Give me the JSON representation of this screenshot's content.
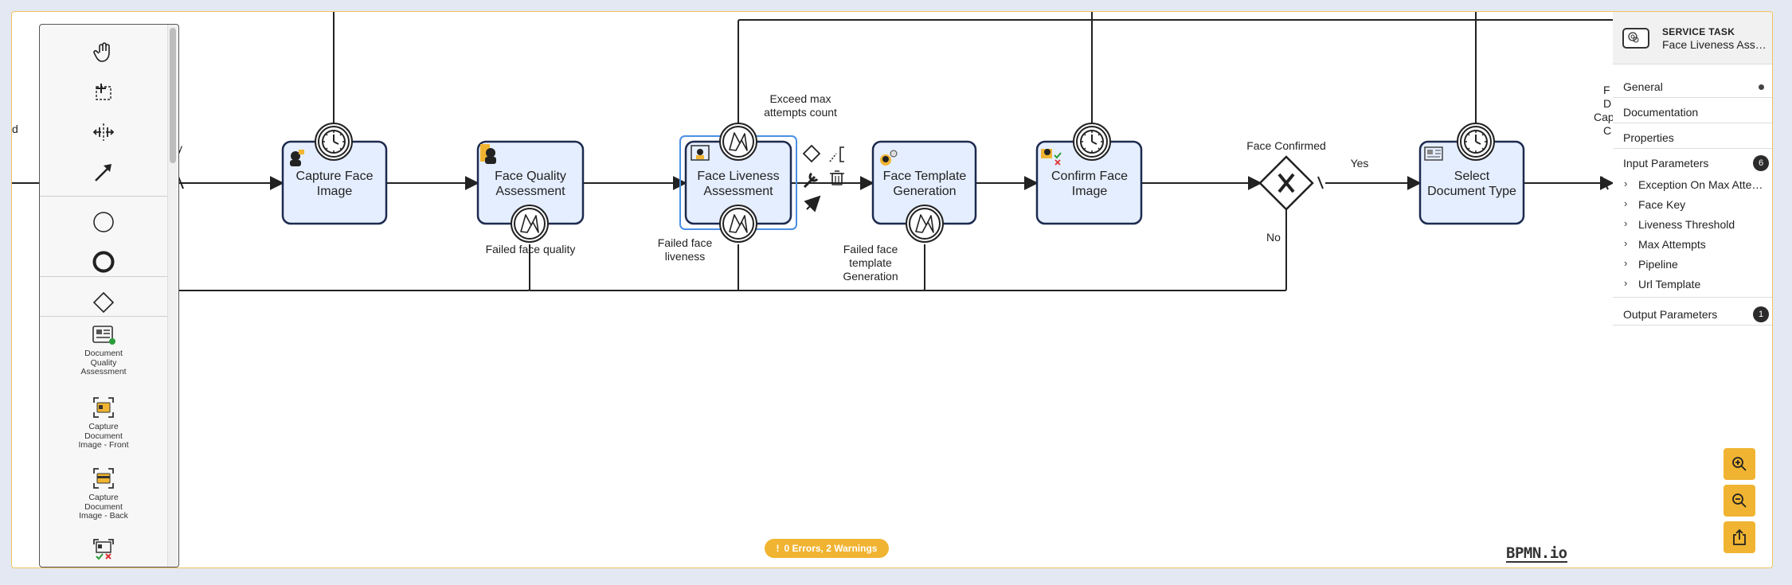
{
  "diagram": {
    "tasks": [
      {
        "label_lines": [
          "Capture Face",
          "Image"
        ],
        "icon": "user-camera-icon",
        "boundary_event": "timer"
      },
      {
        "label_lines": [
          "Face Quality",
          "Assessment"
        ],
        "icon": "user-quality-icon",
        "boundary_event": "error"
      },
      {
        "label_lines": [
          "Face Liveness",
          "Assessment"
        ],
        "icon": "face-liveness-icon",
        "boundary_event": "error",
        "selected": true
      },
      {
        "label_lines": [
          "Face Template",
          "Generation"
        ],
        "icon": "face-template-icon",
        "boundary_event": "error"
      },
      {
        "label_lines": [
          "Confirm Face",
          "Image"
        ],
        "icon": "confirm-face-icon",
        "boundary_event": "timer"
      },
      {
        "label_lines": [
          "Select",
          "Document Type"
        ],
        "icon": "document-type-icon",
        "boundary_event": "timer"
      }
    ],
    "gateway_label": "Face Confirmed",
    "flow_labels": {
      "failed_face_quality": "Failed face quality",
      "failed_face_liveness_1": "Failed face",
      "failed_face_liveness_2": "liveness",
      "exceed_1": "Exceed max",
      "exceed_2": "attempts count",
      "failed_template_1": "Failed face",
      "failed_template_2": "template",
      "failed_template_3": "Generation",
      "yes": "Yes",
      "no": "No"
    },
    "edge_fragments": {
      "left_d": "d",
      "left_y": "y",
      "right_1": "F",
      "right_2": "D",
      "right_3": "Cap",
      "right_4": "C"
    }
  },
  "palette": {
    "tools": [
      "hand-tool-icon",
      "lasso-tool-icon",
      "space-tool-icon",
      "connect-tool-icon"
    ],
    "shapes": [
      "start-event-icon",
      "end-event-icon",
      "gateway-icon"
    ],
    "templates": [
      {
        "caption_lines": [
          "Document",
          "Quality",
          "Assessment"
        ]
      },
      {
        "caption_lines": [
          "Capture",
          "Document",
          "Image - Front"
        ]
      },
      {
        "caption_lines": [
          "Capture",
          "Document",
          "Image - Back"
        ]
      }
    ]
  },
  "properties": {
    "element_type": "SERVICE TASK",
    "element_name": "Face Liveness Assessment",
    "groups": {
      "general": "General",
      "documentation": "Documentation",
      "properties": "Properties",
      "input_parameters": "Input Parameters",
      "input_count": "6",
      "output_parameters": "Output Parameters",
      "output_count": "1"
    },
    "input_items": [
      "Exception On Max Attempts",
      "Face Key",
      "Liveness Threshold",
      "Max Attempts",
      "Pipeline",
      "Url Template"
    ]
  },
  "status": {
    "text": "0 Errors, 2 Warnings"
  },
  "brand": {
    "text": "BPMN.io"
  },
  "colors": {
    "accent": "#f0b432",
    "task_fill": "#e5eeff",
    "selection": "#4a90e2"
  }
}
